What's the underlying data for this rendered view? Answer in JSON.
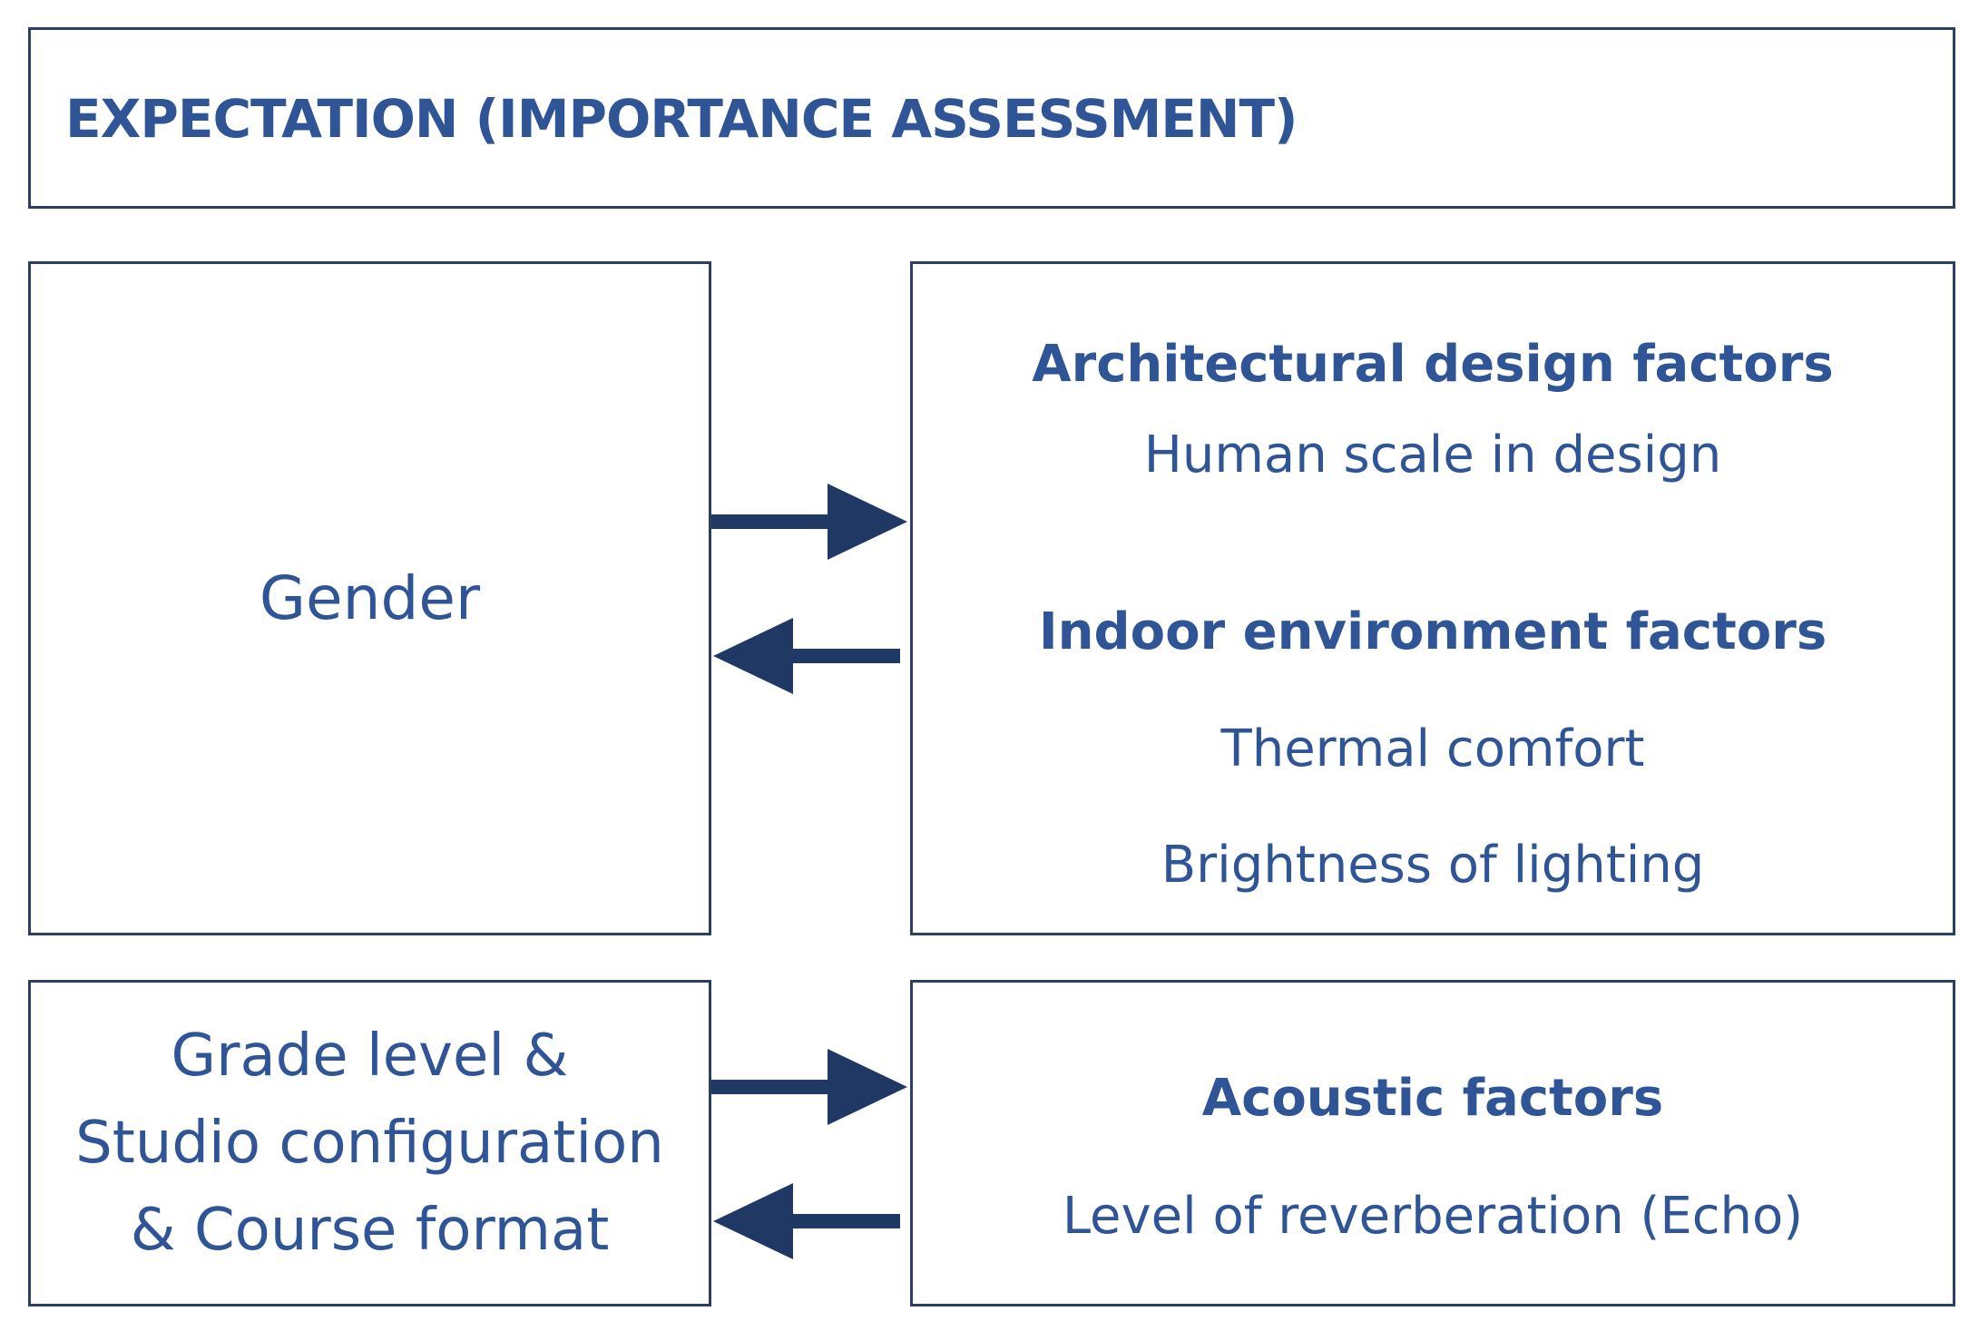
{
  "header": {
    "title": "EXPECTATION (IMPORTANCE ASSESSMENT)"
  },
  "left_top": {
    "label": "Gender"
  },
  "left_bottom": {
    "lines": [
      "Grade level &",
      "Studio configuration",
      "& Course format"
    ]
  },
  "right_top": {
    "architectural_heading": "Architectural design factors",
    "architectural_item": "Human scale in design",
    "indoor_heading": "Indoor environment factors",
    "indoor_items": [
      "Thermal comfort",
      "Brightness of lighting"
    ]
  },
  "right_bottom": {
    "acoustic_heading": "Acoustic factors",
    "acoustic_item": "Level of reverberation (Echo)"
  },
  "colors": {
    "text": "#2f5597",
    "border": "#2b3f63",
    "arrow": "#1f3864"
  }
}
